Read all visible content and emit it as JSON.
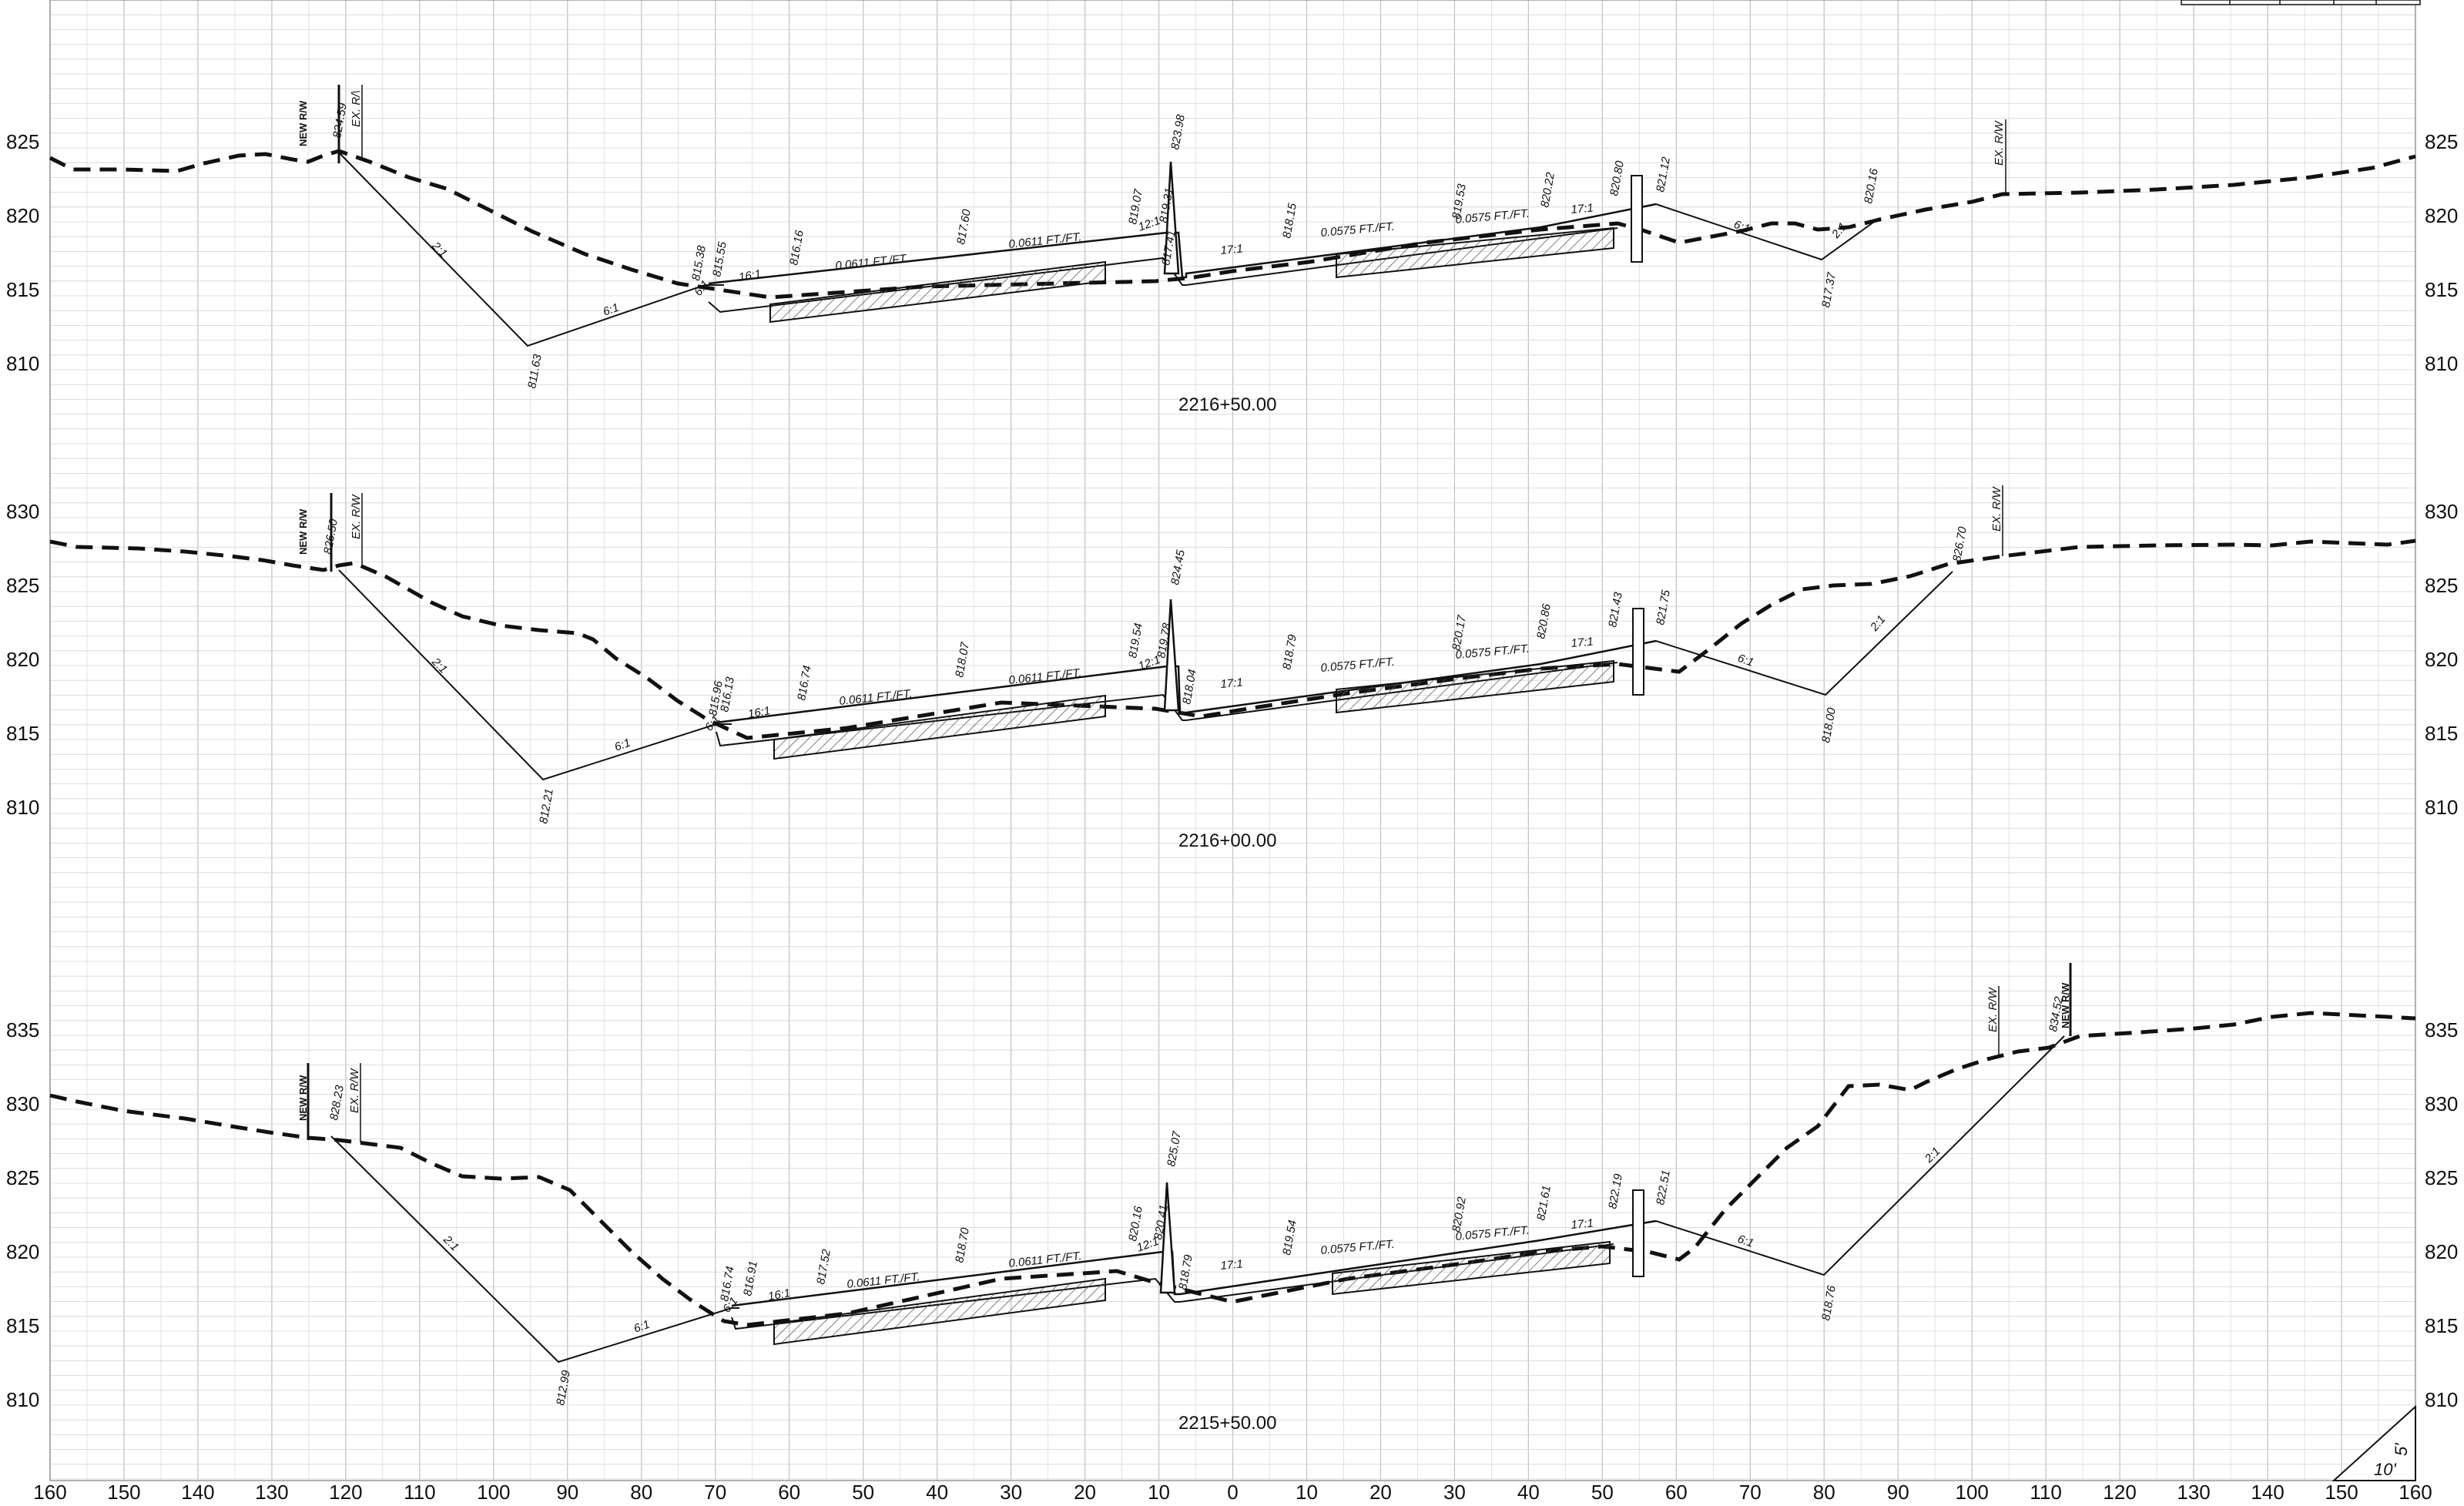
{
  "sheet": {
    "left_axis_labels": [
      "825",
      "820",
      "815",
      "810",
      "830",
      "825",
      "820",
      "815",
      "810",
      "835",
      "830",
      "825",
      "820",
      "815",
      "810"
    ],
    "right_axis_labels": [
      "825",
      "820",
      "815",
      "810",
      "830",
      "825",
      "820",
      "815",
      "810",
      "835",
      "830",
      "825",
      "820",
      "815",
      "810"
    ],
    "offset_labels": [
      "160",
      "150",
      "140",
      "130",
      "120",
      "110",
      "100",
      "90",
      "80",
      "70",
      "60",
      "50",
      "40",
      "30",
      "20",
      "10",
      "0",
      "10",
      "20",
      "30",
      "40",
      "50",
      "60",
      "70",
      "80",
      "90",
      "100",
      "110",
      "120",
      "130",
      "140",
      "150",
      "160"
    ]
  },
  "sections": [
    {
      "station": "2216+50.00",
      "new_rw": "NEW R/W",
      "ex_rw_left": "EX. R/\\",
      "ex_rw_right": "EX. R/W",
      "elevations": [
        "824.59",
        "811.63",
        "815.38",
        "815.55",
        "816.16",
        "817.60",
        "819.07",
        "819.31",
        "817.41",
        "823.98",
        "818.15",
        "819.53",
        "820.22",
        "820.80",
        "821.12",
        "817.37",
        "820.16"
      ],
      "slopes": [
        "2:1",
        "6:1",
        "6:1",
        "16:1",
        "17:1",
        "17:1",
        "6:1",
        "2:1",
        "12:1"
      ],
      "grades": [
        "0.0611 FT./FT.",
        "0.0611 FT./FT.",
        "0.0575 FT./FT.",
        "0.0575 FT./FT."
      ]
    },
    {
      "station": "2216+00.00",
      "new_rw": "NEW R/W",
      "ex_rw_left": "EX. R/W",
      "ex_rw_right": "EX. R/W",
      "elevations": [
        "826.50",
        "812.21",
        "815.96",
        "816.13",
        "816.74",
        "818.07",
        "819.54",
        "819.78",
        "818.04",
        "824.45",
        "818.79",
        "820.17",
        "820.86",
        "821.43",
        "821.75",
        "818.00",
        "826.70"
      ],
      "slopes": [
        "2:1",
        "6:1",
        "6:1",
        "16:1",
        "17:1",
        "17:1",
        "6:1",
        "2:1",
        "12:1"
      ],
      "grades": [
        "0.0611 FT./FT.",
        "0.0611 FT./FT.",
        "0.0575 FT./FT.",
        "0.0575 FT./FT."
      ]
    },
    {
      "station": "2215+50.00",
      "new_rw": "NEW R/W",
      "ex_rw_left": "EX. R/W",
      "ex_rw_right": "EX. R/W",
      "new_rw_right": "NEW R/W",
      "elevations": [
        "828.23",
        "812.99",
        "816.74",
        "816.91",
        "817.52",
        "818.70",
        "820.16",
        "820.41",
        "818.79",
        "825.07",
        "819.54",
        "820.92",
        "821.61",
        "822.19",
        "822.51",
        "818.76",
        "834.52"
      ],
      "slopes": [
        "2:1",
        "6:1",
        "6:1",
        "16:1",
        "17:1",
        "17:1",
        "6:1",
        "2:1",
        "12:1"
      ],
      "grades": [
        "0.0611 FT./FT.",
        "0.0611 FT./FT.",
        "0.0575 FT./FT.",
        "0.0575 FT./FT."
      ]
    }
  ],
  "scale_legend": {
    "horizontal": "10'",
    "vertical": "5'"
  }
}
